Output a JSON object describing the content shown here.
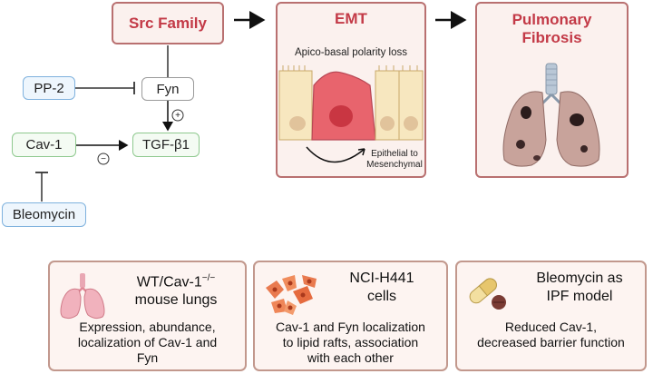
{
  "top": {
    "src_family": "Src Family",
    "emt_title": "EMT",
    "emt_subtitle": "Apico-basal polarity loss",
    "emt_arrow_label_1": "Epithelial to",
    "emt_arrow_label_2": "Mesenchymal",
    "fibrosis_title_1": "Pulmonary",
    "fibrosis_title_2": "Fibrosis"
  },
  "pathway": {
    "pp2": "PP-2",
    "fyn": "Fyn",
    "cav1": "Cav-1",
    "tgf": "TGF-β1",
    "bleomycin": "Bleomycin",
    "plus_sign": "+",
    "minus_sign": "−"
  },
  "cards": [
    {
      "title_1": "WT/Cav-1",
      "title_sup": "−/−",
      "title_2": "mouse lungs",
      "text": [
        "Expression, abundance,",
        "localization of Cav-1 and",
        "Fyn"
      ]
    },
    {
      "title_1": "NCI-H441",
      "title_2": "cells",
      "text": [
        "Cav-1 and Fyn localization",
        "to lipid rafts, association",
        "with each other"
      ]
    },
    {
      "title_1": "Bleomycin as",
      "title_2": "IPF model",
      "text": [
        "Reduced Cav-1,",
        "decreased barrier function"
      ]
    }
  ],
  "colors": {
    "accent_red": "#c33a47",
    "box_border_red": "#b97070",
    "green_border": "#8fc98f",
    "blue_border": "#7fb2de",
    "card_border": "#c2988d"
  },
  "icons": [
    "lungs-icon",
    "cells-icon",
    "capsule-pill-icon",
    "fibrotic-lung-icon",
    "epithelial-cells-icon"
  ]
}
